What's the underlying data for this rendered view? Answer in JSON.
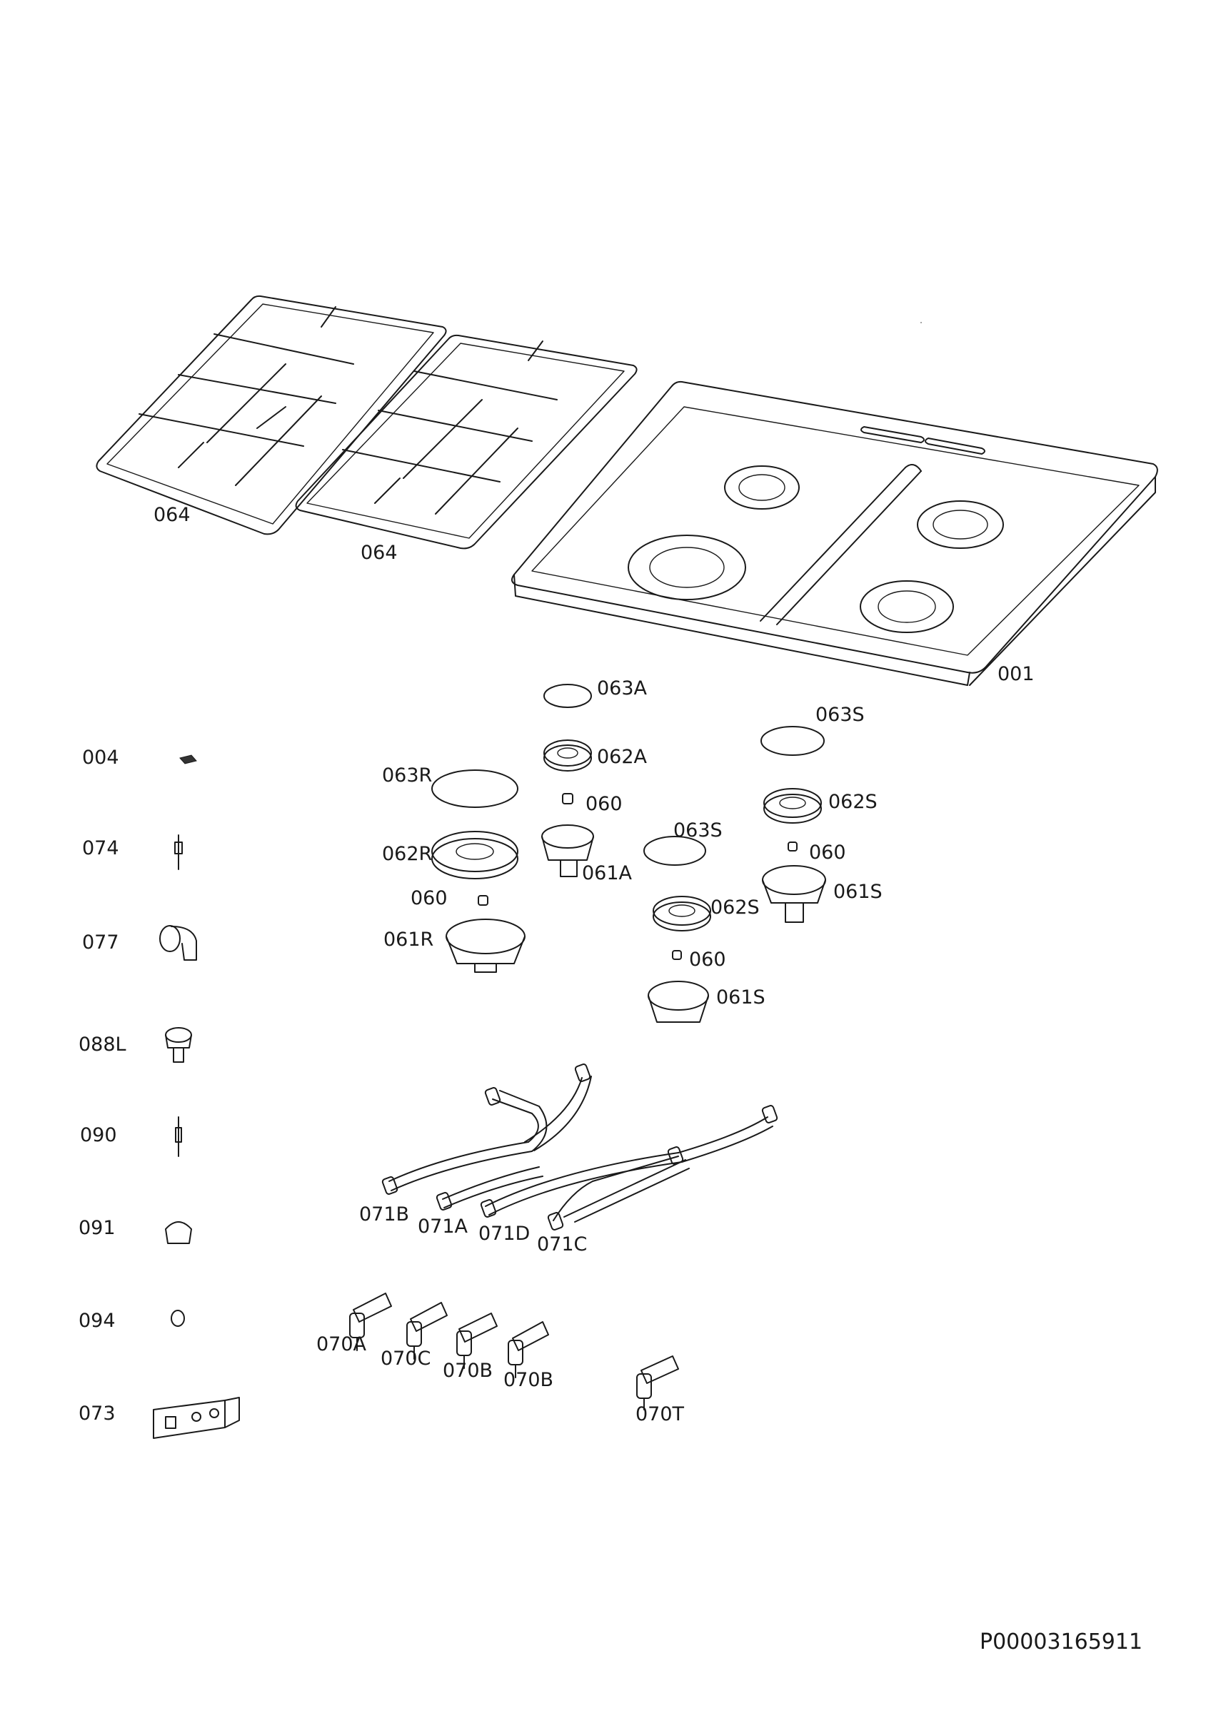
{
  "labels": {
    "grate_left": "064",
    "grate_right": "064",
    "hob_top": "001",
    "cap_063A": "063A",
    "cap_063S_top": "063S",
    "cap_063R": "063R",
    "cap_063S_mid": "063S",
    "crown_062A": "062A",
    "crown_062S_top": "062S",
    "crown_062R": "062R",
    "crown_062S_mid": "062S",
    "injector_a": "060",
    "injector_s_top": "060",
    "injector_r": "060",
    "injector_s_mid": "060",
    "body_061A": "061A",
    "body_061S_top": "061S",
    "body_061R": "061R",
    "body_061S_bottom": "061S",
    "part_004": "004",
    "part_074": "074",
    "part_077": "077",
    "part_088L": "088L",
    "part_090": "090",
    "part_091": "091",
    "part_094": "094",
    "part_073": "073",
    "pipe_071B": "071B",
    "pipe_071A": "071A",
    "pipe_071D": "071D",
    "pipe_071C": "071C",
    "valve_070A": "070A",
    "valve_070C": "070C",
    "valve_070B_1": "070B",
    "valve_070B_2": "070B",
    "valve_070T": "070T"
  },
  "diagram_code": "P00003165911"
}
